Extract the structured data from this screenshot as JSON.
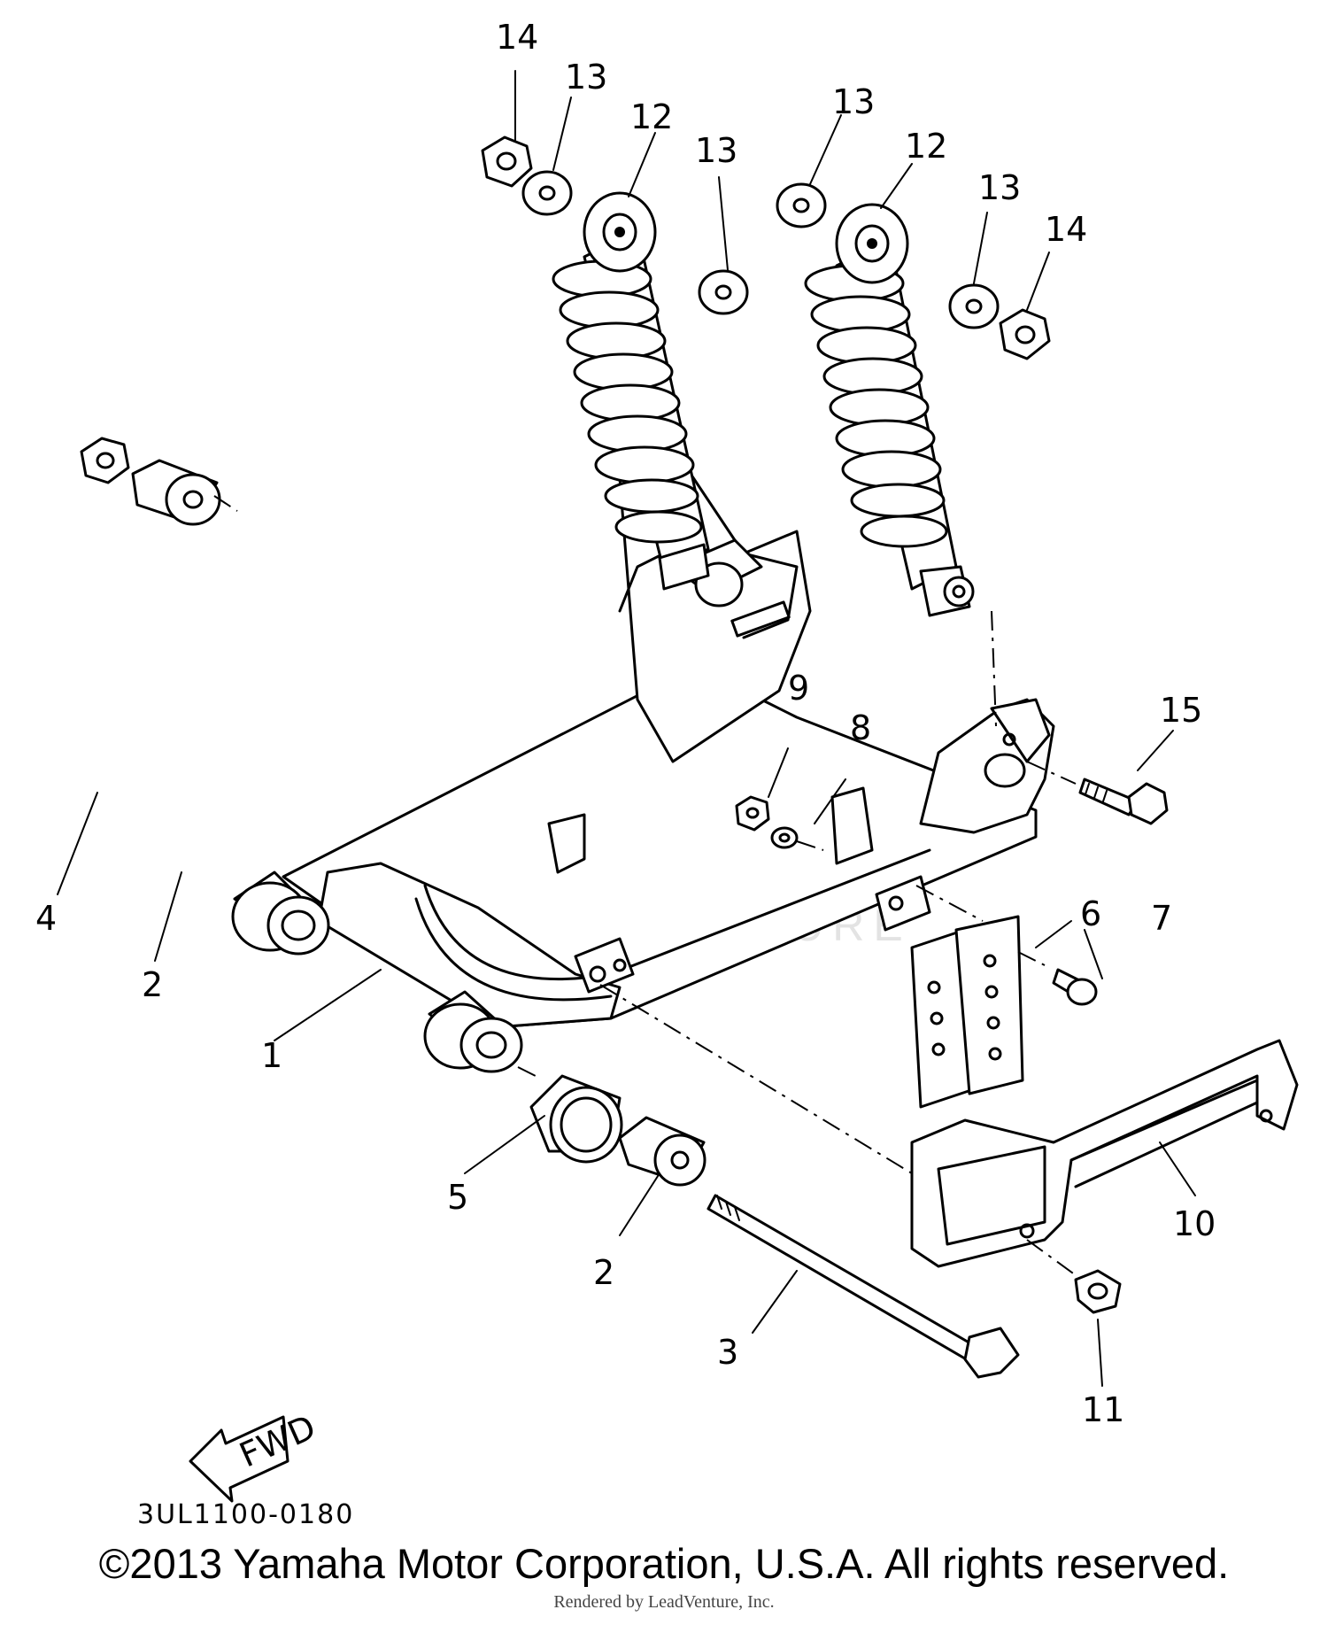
{
  "callouts": {
    "c1": "1",
    "c2a": "2",
    "c2b": "2",
    "c3": "3",
    "c4": "4",
    "c5": "5",
    "c6": "6",
    "c7": "7",
    "c8": "8",
    "c9": "9",
    "c10": "10",
    "c11": "11",
    "c12a": "12",
    "c12b": "12",
    "c13a": "13",
    "c13b": "13",
    "c13c": "13",
    "c13d": "13",
    "c14a": "14",
    "c14b": "14",
    "c15": "15"
  },
  "fwd_label": "FWD",
  "diagram_code": "3UL1100-0180",
  "watermark": "LEADVENTURE",
  "copyright": "©2013 Yamaha Motor Corporation, U.S.A. All rights reserved.",
  "rendered_by": "Rendered by LeadVenture, Inc."
}
